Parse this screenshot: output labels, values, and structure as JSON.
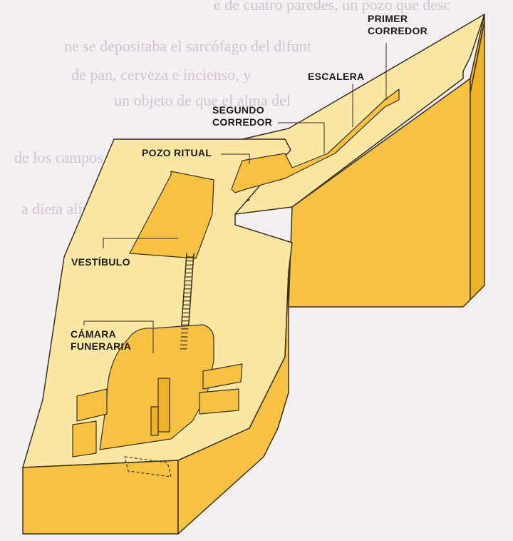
{
  "labels": {
    "primer_corredor": "PRIMER\nCORREDOR",
    "escalera": "ESCALERA",
    "segundo_corredor": "SEGUNDO\nCORREDOR",
    "pozo_ritual": "POZO RITUAL",
    "vestibulo": "VESTÍBULO",
    "camara_funeraria": "CÁMARA\nFUNERARIA"
  },
  "colors": {
    "top_face": "#fbe7a4",
    "side_face": "#f7c243",
    "dark_face": "#eeb12a",
    "outline": "#3b3020",
    "page": "#f4f0f2"
  }
}
